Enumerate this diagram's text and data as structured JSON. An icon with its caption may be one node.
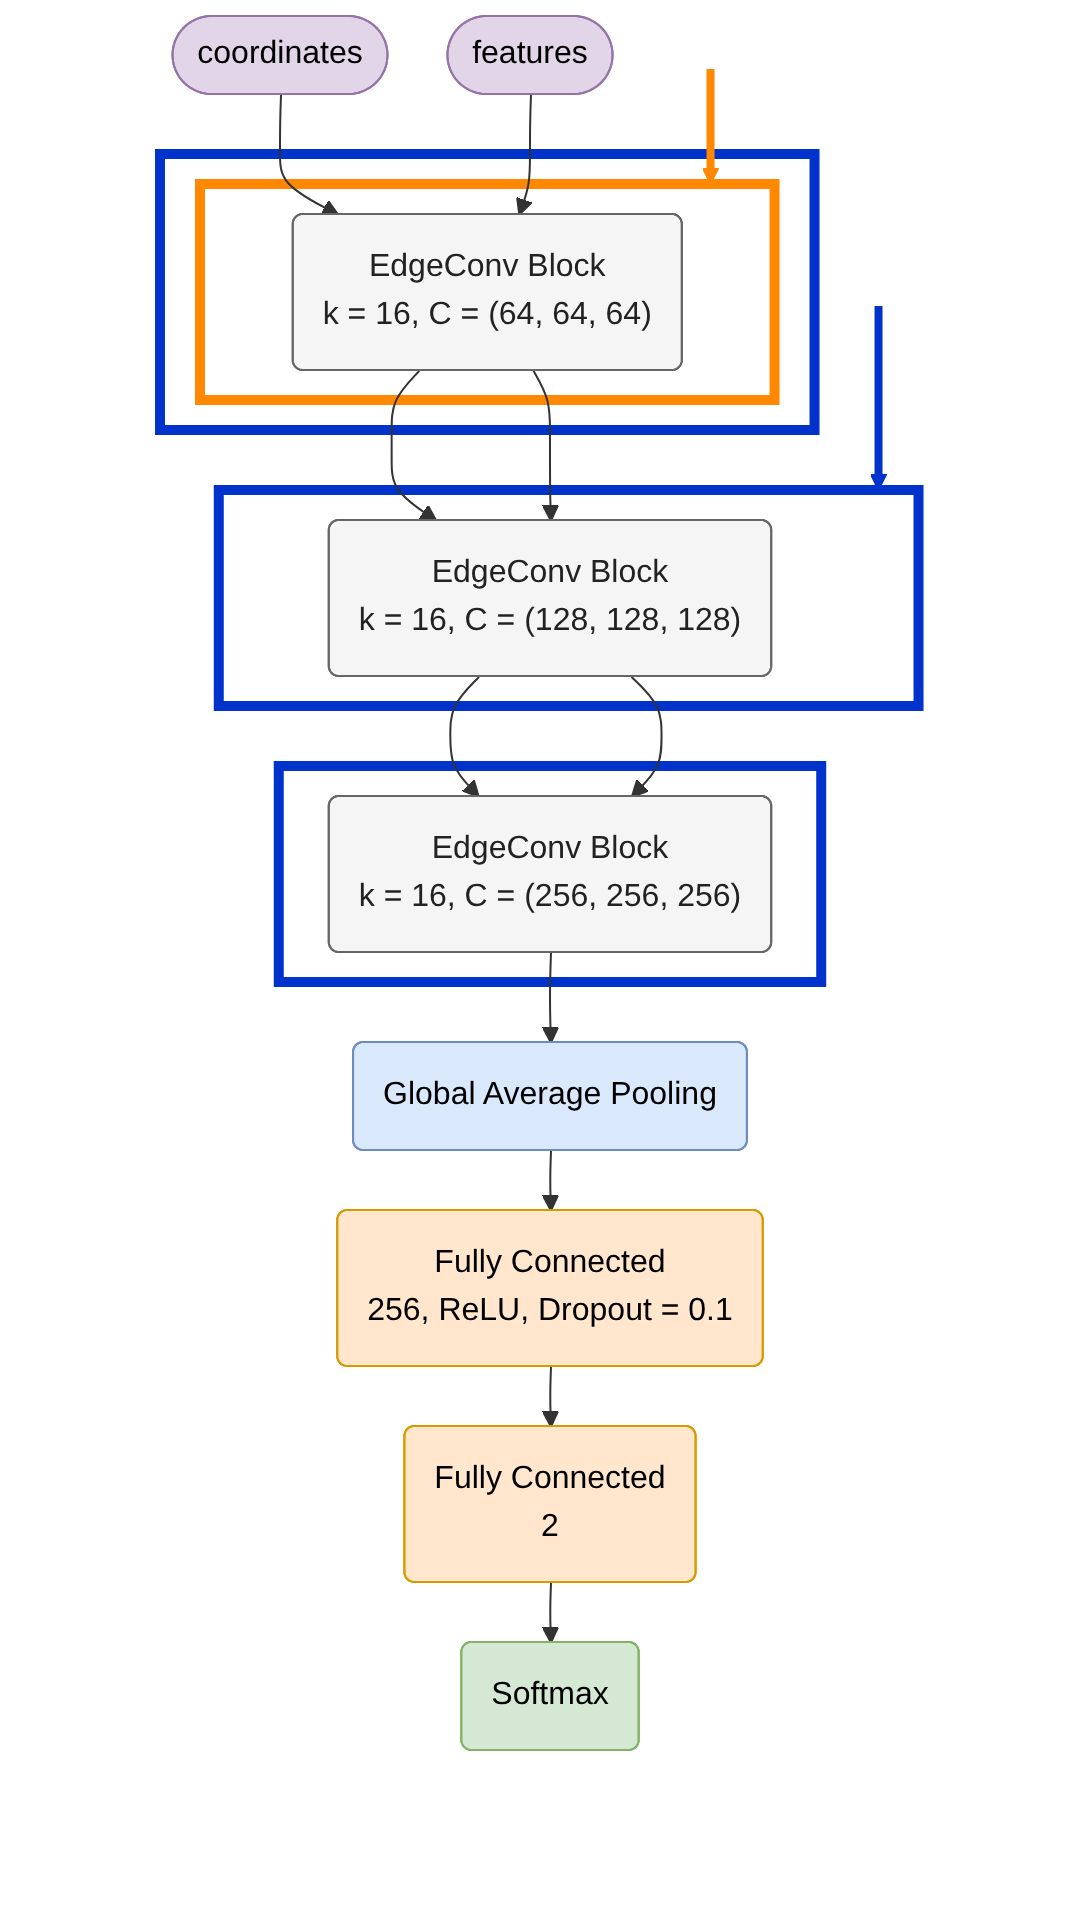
{
  "diagram": {
    "nodes": [
      {
        "text": [
          "coordinates"
        ]
      },
      {
        "text": [
          "features"
        ]
      },
      {
        "text": [],
        "shape": "box"
      },
      {
        "text": [],
        "shape": "box",
        "in": 2
      },
      {
        "text": [
          "EdgeConv Block",
          "k = 16, C = (64, 64, 64)"
        ],
        "in": 3
      },
      {
        "text": [],
        "shape": "box"
      },
      {
        "text": [
          "EdgeConv Block",
          "k = 16, C = (128, 128, 128)"
        ],
        "in": 5
      },
      {
        "text": [],
        "shape": "box"
      },
      {
        "text": [
          "EdgeConv Block",
          "k = 16, C = (256, 256, 256)"
        ],
        "in": 7
      },
      {
        "text": [
          "Global Average Pooling"
        ]
      },
      {
        "text": [
          "Fully Connected",
          "256, ReLU, Dropout = 0.1"
        ]
      },
      {
        "text": [
          "Fully Connected",
          "2"
        ]
      },
      {
        "text": [
          "Softmax"
        ]
      }
    ],
    "edges": [
      {
        "from": 0,
        "to": 4,
        "arrow": "to"
      },
      {
        "from": 1,
        "to": 4,
        "arrow": "to"
      },
      {
        "from": 4,
        "to": 6,
        "arrow": "to"
      },
      {
        "from": 4,
        "to": 6,
        "arrow": "to"
      },
      {
        "from": 6,
        "to": 8,
        "arrow": "to"
      },
      {
        "from": 6,
        "to": 8,
        "arrow": "to"
      },
      {
        "from": 8,
        "to": 9,
        "arrow": "to"
      },
      {
        "from": 9,
        "to": 10,
        "arrow": "to"
      },
      {
        "from": 10,
        "to": 11,
        "arrow": "to"
      },
      {
        "from": 11,
        "to": 12,
        "arrow": "to"
      },
      {
        "from": null,
        "to": 5,
        "arrow": "to",
        "style": "thick",
        "color": "#0033cc"
      },
      {
        "from": null,
        "to": 3,
        "arrow": "to",
        "style": "thick",
        "color": "#ff8800"
      }
    ]
  }
}
